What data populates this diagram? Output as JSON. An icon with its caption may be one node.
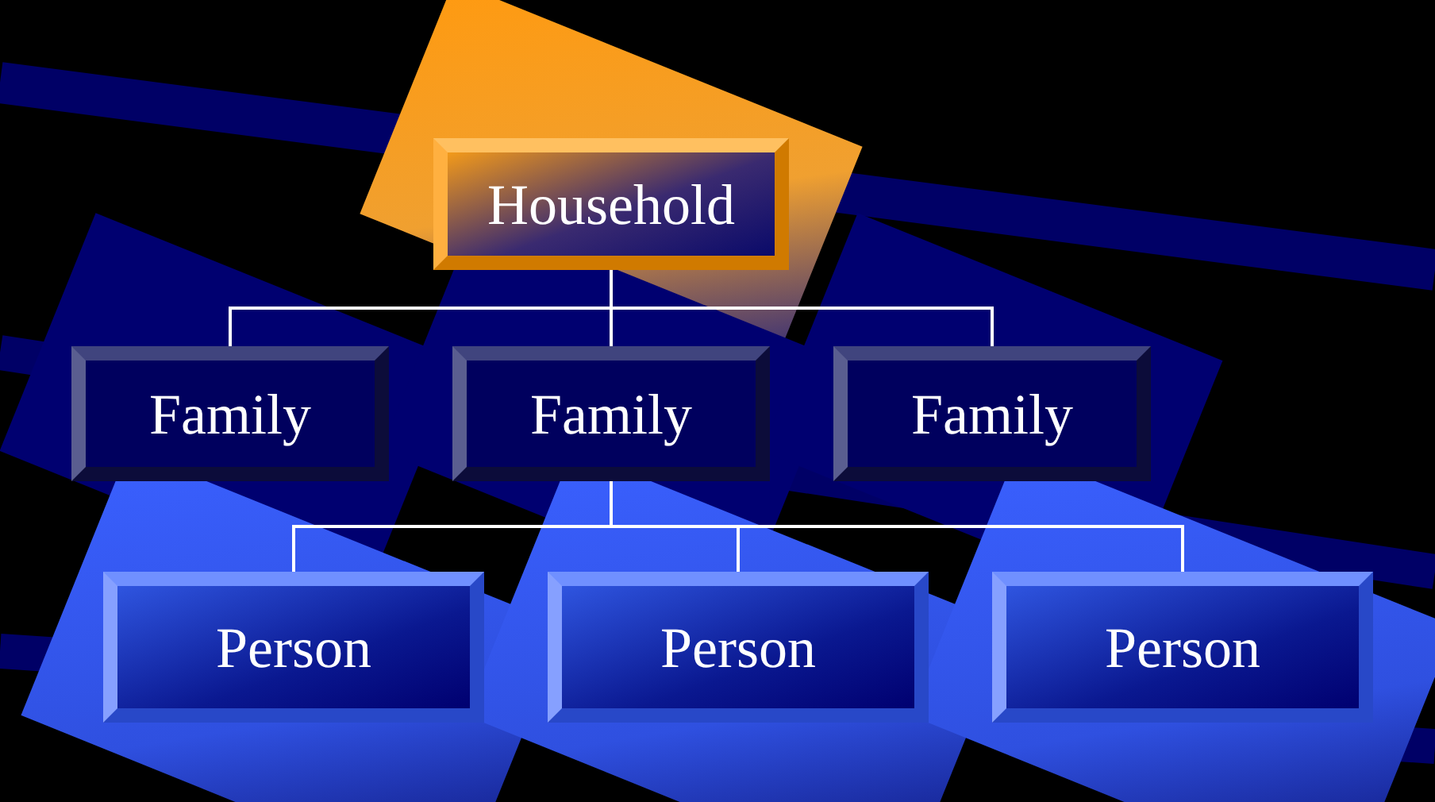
{
  "diagram": {
    "nodes": [
      {
        "text": [
          "Household"
        ]
      },
      {
        "text": [
          "Family"
        ]
      },
      {
        "text": [
          "Family"
        ]
      },
      {
        "text": [
          "Family"
        ]
      },
      {
        "text": [
          "Person"
        ]
      },
      {
        "text": [
          "Person"
        ]
      },
      {
        "text": [
          "Person"
        ]
      }
    ],
    "edges": [
      {
        "from": 0,
        "to": 1,
        "arrow": "none"
      },
      {
        "from": 0,
        "to": 2,
        "arrow": "none"
      },
      {
        "from": 0,
        "to": 3,
        "arrow": "none"
      },
      {
        "from": 2,
        "to": 4,
        "arrow": "none"
      },
      {
        "from": 2,
        "to": 5,
        "arrow": "none"
      },
      {
        "from": 2,
        "to": 6,
        "arrow": "none"
      }
    ]
  }
}
